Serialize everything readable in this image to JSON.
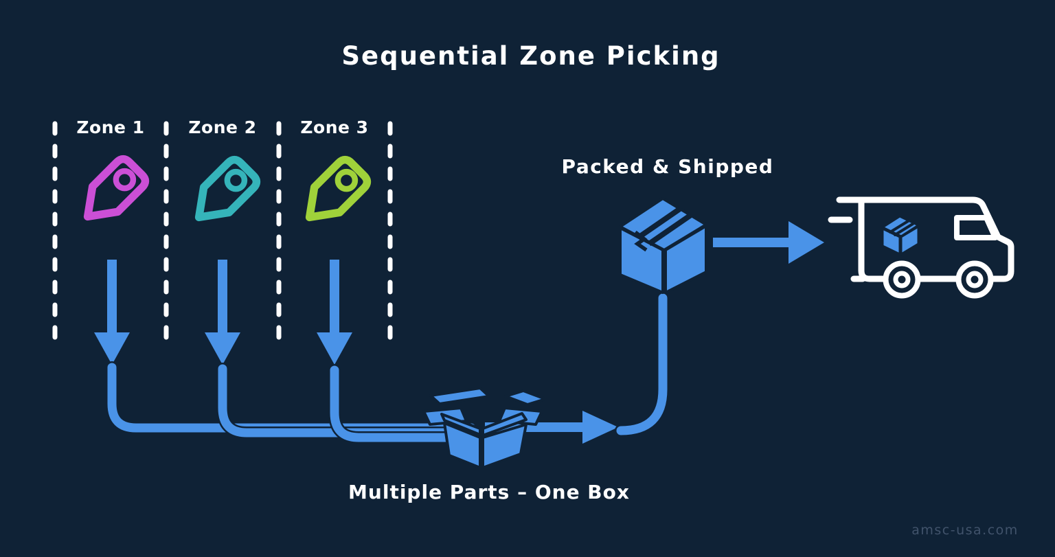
{
  "title": "Sequential Zone Picking",
  "zones": [
    {
      "label": "Zone 1",
      "tag_color": "#cb4fd6",
      "icon": "price-tag-icon"
    },
    {
      "label": "Zone 2",
      "tag_color": "#35b4ba",
      "icon": "price-tag-icon"
    },
    {
      "label": "Zone 3",
      "tag_color": "#a0d23a",
      "icon": "price-tag-icon"
    }
  ],
  "flow": {
    "consolidation_label": "Multiple Parts – One Box",
    "shipping_label": "Packed & Shipped"
  },
  "icons": {
    "consolidation": "open-box-icon",
    "shipped": "sealed-box-icon",
    "delivery": "delivery-truck-icon"
  },
  "watermark": "amsc-usa.com",
  "colors": {
    "background": "#0f2236",
    "flow_blue": "#4a93e8",
    "dash_white": "#ffffff",
    "text_white": "#ffffff",
    "watermark_text": "#41536b"
  }
}
